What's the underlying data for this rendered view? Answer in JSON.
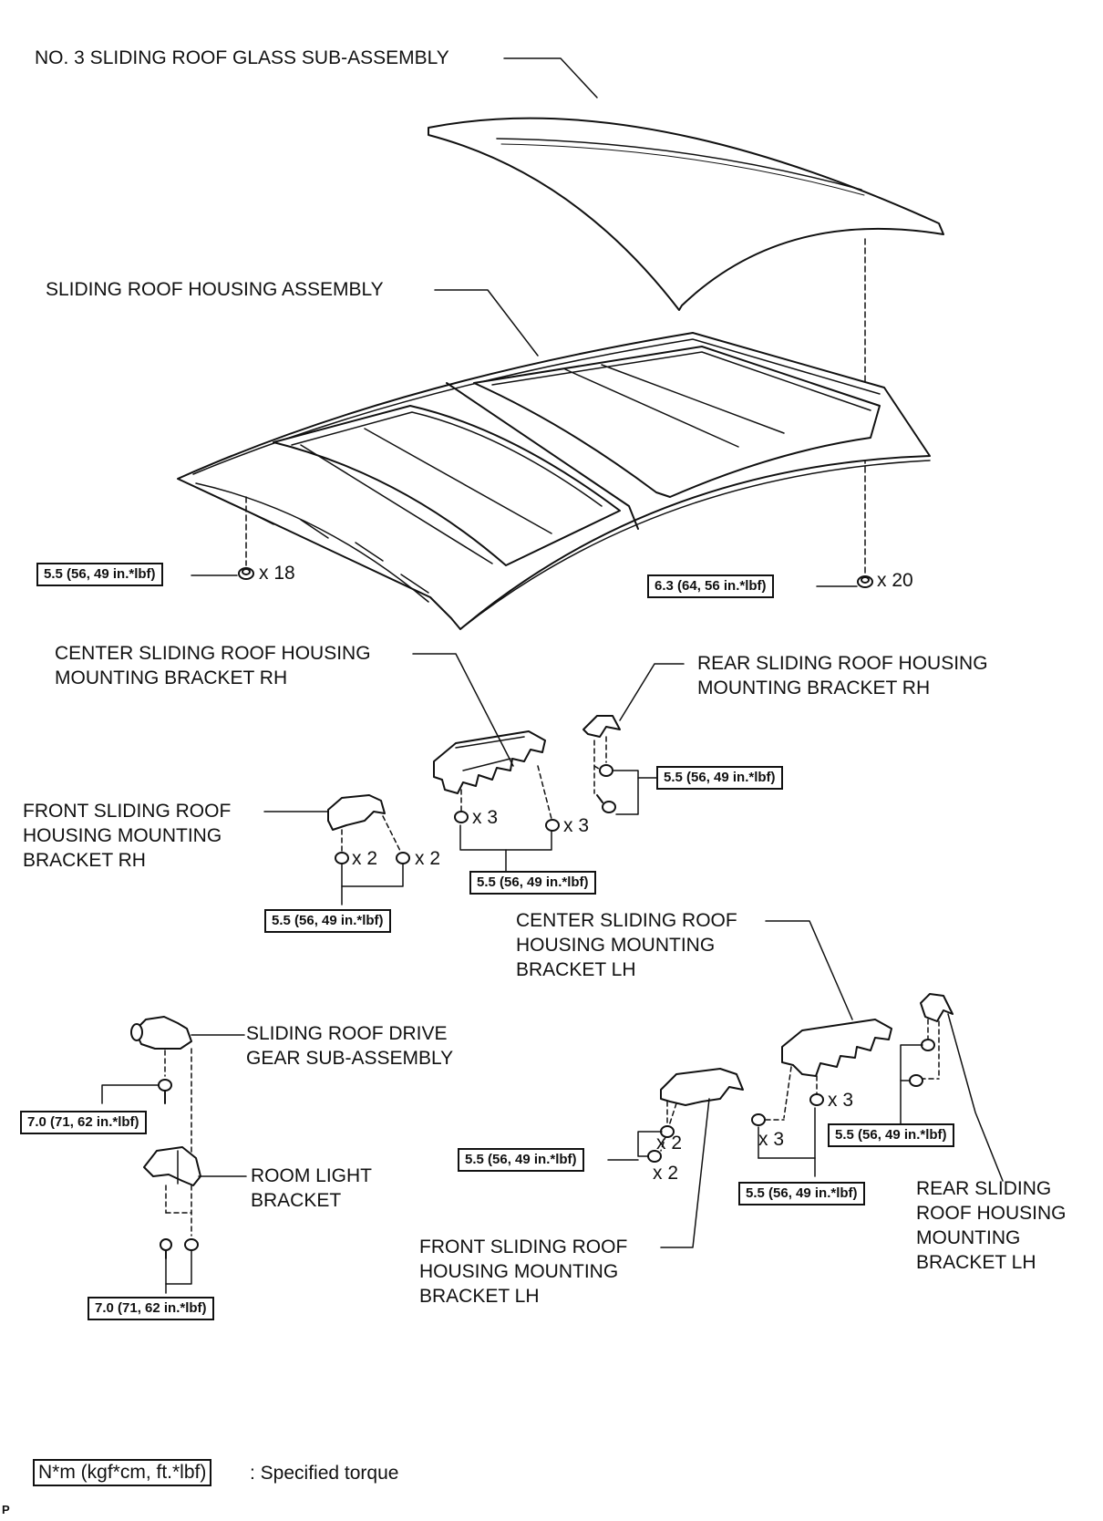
{
  "labels": {
    "glass": "NO. 3 SLIDING ROOF GLASS SUB-ASSEMBLY",
    "housing": "SLIDING ROOF HOUSING ASSEMBLY",
    "center_rh": "CENTER SLIDING ROOF HOUSING\nMOUNTING BRACKET RH",
    "rear_rh": "REAR SLIDING ROOF HOUSING\nMOUNTING BRACKET RH",
    "front_rh": "FRONT SLIDING ROOF\nHOUSING MOUNTING\nBRACKET RH",
    "center_lh": "CENTER SLIDING ROOF\nHOUSING MOUNTING\nBRACKET LH",
    "drive_gear": "SLIDING ROOF DRIVE\nGEAR SUB-ASSEMBLY",
    "room_light": "ROOM LIGHT\nBRACKET",
    "front_lh": "FRONT SLIDING ROOF\nHOUSING MOUNTING\nBRACKET LH",
    "rear_lh": "REAR SLIDING\nROOF HOUSING\nMOUNTING\nBRACKET LH"
  },
  "torques": {
    "housing_front": "5.5 (56, 49 in.*lbf)",
    "housing_rear": "6.3 (64, 56 in.*lbf)",
    "rear_rh": "5.5 (56, 49 in.*lbf)",
    "center_rh": "5.5 (56, 49 in.*lbf)",
    "front_rh": "5.5 (56, 49 in.*lbf)",
    "drive_gear": "7.0 (71, 62 in.*lbf)",
    "room_light": "7.0 (71, 62 in.*lbf)",
    "front_lh": "5.5 (56, 49 in.*lbf)",
    "center_lh": "5.5 (56, 49 in.*lbf)",
    "rear_lh": "5.5 (56, 49 in.*lbf)"
  },
  "quantities": {
    "housing_front": "x 18",
    "housing_rear": "x 20",
    "center_rh_a": "x 3",
    "center_rh_b": "x 3",
    "front_rh_a": "x 2",
    "front_rh_b": "x 2",
    "front_lh_a": "x 2",
    "front_lh_b": "x 2",
    "center_lh_a": "x 3",
    "center_lh_b": "x 3"
  },
  "legend": {
    "unit_box": "N*m (kgf*cm, ft.*lbf)",
    "description": ": Specified torque"
  },
  "footer_mark": "P"
}
